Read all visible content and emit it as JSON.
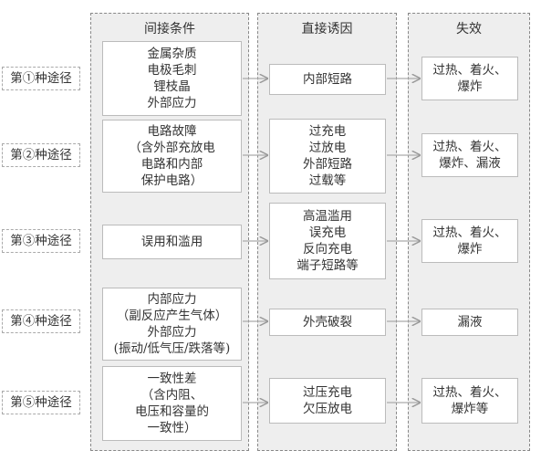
{
  "columns": {
    "indirect": "间接条件",
    "direct": "直接诱因",
    "failure": "失效"
  },
  "rows": [
    {
      "label": "第①种途径",
      "indirect": [
        "金属杂质",
        "电极毛刺",
        "锂枝晶",
        "外部应力"
      ],
      "direct": [
        "内部短路"
      ],
      "failure": [
        "过热、着火、",
        "爆炸"
      ]
    },
    {
      "label": "第②种途径",
      "indirect": [
        "电路故障",
        "（含外部充放电",
        "电路和内部",
        "保护电路）"
      ],
      "direct": [
        "过充电",
        "过放电",
        "外部短路",
        "过载等"
      ],
      "failure": [
        "过热、着火、",
        "爆炸、漏液"
      ]
    },
    {
      "label": "第③种途径",
      "indirect": [
        "误用和滥用"
      ],
      "direct": [
        "高温滥用",
        "误充电",
        "反向充电",
        "端子短路等"
      ],
      "failure": [
        "过热、着火、",
        "爆炸"
      ]
    },
    {
      "label": "第④种途径",
      "indirect": [
        "内部应力",
        "（副反应产生气体）",
        "外部应力",
        "(振动/低气压/跌落等)"
      ],
      "direct": [
        "外壳破裂"
      ],
      "failure": [
        "漏液"
      ]
    },
    {
      "label": "第⑤种途径",
      "indirect": [
        "一致性差",
        "（含内阻、",
        "电压和容量的",
        "一致性）"
      ],
      "direct": [
        "过压充电",
        "欠压放电"
      ],
      "failure": [
        "过热、着火、",
        "爆炸等"
      ]
    }
  ]
}
